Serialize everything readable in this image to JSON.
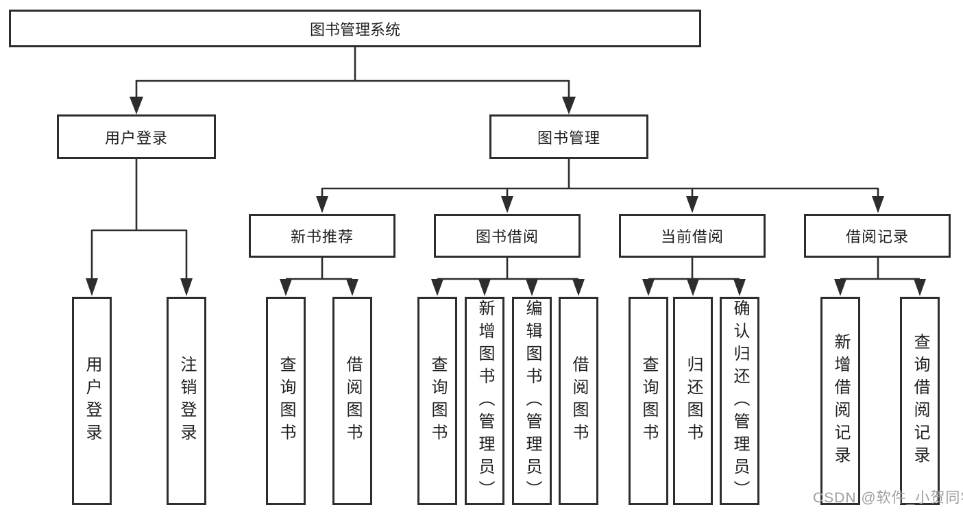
{
  "colors": {
    "line": "#2d2d2d",
    "box_background": "#ffffff",
    "text": "#1f1f1f",
    "watermark": "#9e9e9e",
    "page_background": "#ffffff"
  },
  "root": {
    "label": "图书管理系统"
  },
  "user_login": {
    "label": "用户登录",
    "children": [
      {
        "label": "用户登录"
      },
      {
        "label": "注销登录"
      }
    ]
  },
  "book_mgmt": {
    "label": "图书管理",
    "sections": [
      {
        "label": "新书推荐",
        "children": [
          {
            "label": "查询图书"
          },
          {
            "label": "借阅图书"
          }
        ]
      },
      {
        "label": "图书借阅",
        "children": [
          {
            "label": "查询图书"
          },
          {
            "label": "新增图书（管理员）"
          },
          {
            "label": "编辑图书（管理员）"
          },
          {
            "label": "借阅图书"
          }
        ]
      },
      {
        "label": "当前借阅",
        "children": [
          {
            "label": "查询图书"
          },
          {
            "label": "归还图书"
          },
          {
            "label": "确认归还（管理员）"
          }
        ]
      },
      {
        "label": "借阅记录",
        "children": [
          {
            "label": "新增借阅记录"
          },
          {
            "label": "查询借阅记录"
          }
        ]
      }
    ]
  },
  "watermark": {
    "text": "CSDN @软件_小贺同学"
  }
}
